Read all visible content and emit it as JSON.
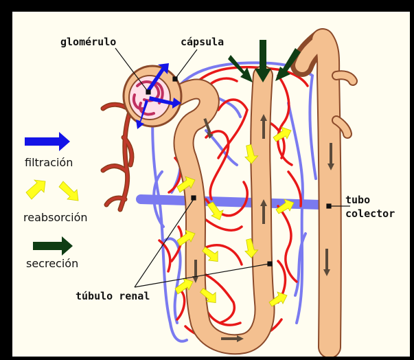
{
  "labels": {
    "glomerulo": "glomérulo",
    "capsula": "cápsula",
    "tubo_line1": "tubo",
    "tubo_line2": "colector",
    "tubulo": "túbulo renal"
  },
  "legend": [
    {
      "label": "filtración",
      "icon": "blue-arrow-icon",
      "color": "#1414e6"
    },
    {
      "label": "reabsorción",
      "icon": "yellow-chevron-arrows-icon",
      "color": "#ffff1e"
    },
    {
      "label": "secreción",
      "icon": "dark-green-arrow-icon",
      "color": "#0f3d14"
    }
  ],
  "colors": {
    "tubule": "#f4c090",
    "tubule_outline": "#8b4a2a",
    "capillary_red": "#e81818",
    "capillary_blue": "#7a7af0",
    "filtration": "#1414e6",
    "reabsorption": "#ffff1e",
    "secretion": "#0f3d14",
    "artery": "#c0392b"
  }
}
